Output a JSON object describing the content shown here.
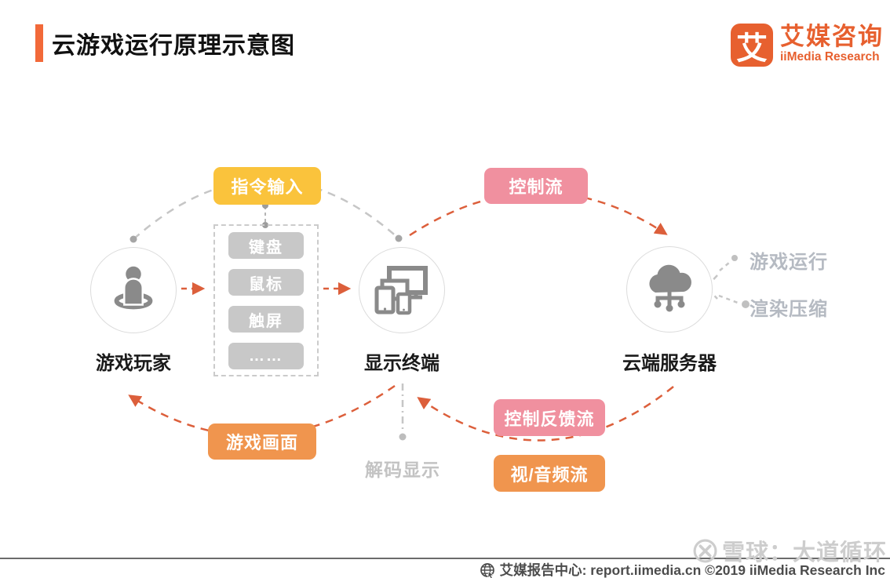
{
  "header": {
    "title": "云游戏运行原理示意图",
    "logo": {
      "glyph": "艾",
      "name_cn": "艾媒咨询",
      "name_en": "iiMedia Research"
    }
  },
  "nodes": [
    {
      "id": "game-player",
      "label": "游戏玩家",
      "icon": "person-icon"
    },
    {
      "id": "display-terminal",
      "label": "显示终端",
      "icon": "devices-icon"
    },
    {
      "id": "cloud-server",
      "label": "云端服务器",
      "icon": "cloud-server-icon"
    }
  ],
  "badges": {
    "command_input": "指令输入",
    "control_flow": "控制流",
    "game_screen": "游戏画面",
    "control_feedback_flow": "控制反馈流",
    "video_audio_stream": "视/音频流"
  },
  "input_devices": [
    "键盘",
    "鼠标",
    "触屏",
    "……"
  ],
  "annotations": {
    "game_running": "游戏运行",
    "render_compression": "渲染压缩",
    "decode_display": "解码显示"
  },
  "footer": {
    "watermark": "雪球：大道循环",
    "credit": "艾媒报告中心: report.iimedia.cn ©2019  iiMedia Research Inc"
  },
  "colors": {
    "accent_orange": "#F26939",
    "logo_orange": "#E7602F",
    "badge_yellow": "#FAC33C",
    "badge_pink": "#F0909F",
    "badge_orange": "#F0954E",
    "arrow_red": "#DC5F3B",
    "wire_gray": "#C6C6C6",
    "muted_text_gray": "#B5BAC2"
  }
}
